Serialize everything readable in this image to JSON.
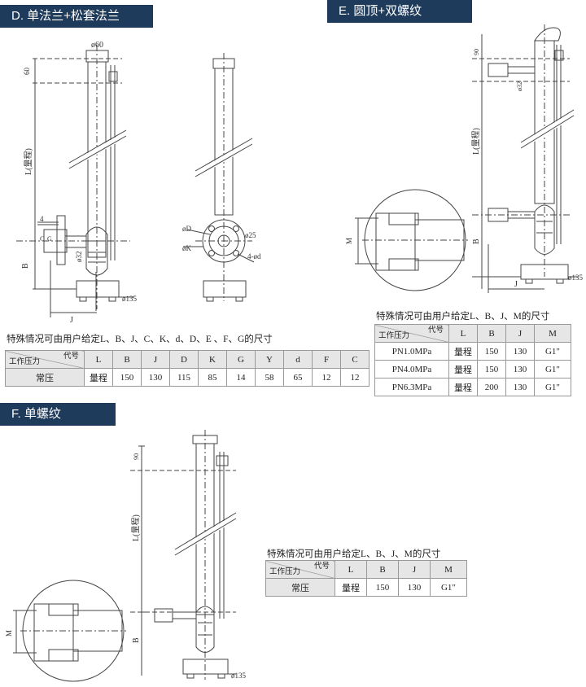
{
  "sections": {
    "d": {
      "title": "D. 单法兰+松套法兰",
      "note": "特殊情况可由用户给定L、B、J、C、K、d、D、E 、F、G的尺寸",
      "corner_top": "代号",
      "corner_bottom": "工作压力",
      "headers": [
        "L",
        "B",
        "J",
        "D",
        "K",
        "G",
        "Y",
        "d",
        "F",
        "C"
      ],
      "row_label": "常压",
      "row_values": [
        "量程",
        "150",
        "130",
        "115",
        "85",
        "14",
        "58",
        "65",
        "12",
        "12"
      ],
      "dims": {
        "phi60": "ø60",
        "d60": "60",
        "L": "L(量程)",
        "B": "B",
        "J": "J",
        "phi32": "ø32",
        "phi135": "ø135",
        "four": "4",
        "phiD": "øD",
        "phiK": "øK",
        "phi25": "ø25",
        "fourd": "4-ød",
        "C": "C",
        "G": "G"
      }
    },
    "e": {
      "title": "E. 圆顶+双螺纹",
      "note": "特殊情况可由用户给定L、B、J、M的尺寸",
      "corner_top": "代号",
      "corner_bottom": "工作压力",
      "headers": [
        "L",
        "B",
        "J",
        "M"
      ],
      "rows": [
        {
          "label": "PN1.0MPa",
          "values": [
            "量程",
            "150",
            "130",
            "G1″"
          ]
        },
        {
          "label": "PN4.0MPa",
          "values": [
            "量程",
            "150",
            "130",
            "G1″"
          ]
        },
        {
          "label": "PN6.3MPa",
          "values": [
            "量程",
            "200",
            "130",
            "G1″"
          ]
        }
      ],
      "dims": {
        "d90": "90",
        "phi32": "ø32",
        "L": "L(量程)",
        "B": "B",
        "J": "J",
        "M": "M",
        "phi135": "ø135"
      }
    },
    "f": {
      "title": "F. 单螺纹",
      "note": "特殊情况可由用户给定L、B、J、M的尺寸",
      "corner_top": "代号",
      "corner_bottom": "工作压力",
      "headers": [
        "L",
        "B",
        "J",
        "M"
      ],
      "row_label": "常压",
      "row_values": [
        "量程",
        "150",
        "130",
        "G1″"
      ],
      "dims": {
        "d90": "90",
        "L": "L(量程)",
        "B": "B",
        "M": "M",
        "phi135": "ø135"
      }
    }
  },
  "colors": {
    "banner_bg": "#1f3b5b",
    "banner_text": "#ffffff",
    "table_header": "#e6e6e6",
    "line": "#444444"
  }
}
